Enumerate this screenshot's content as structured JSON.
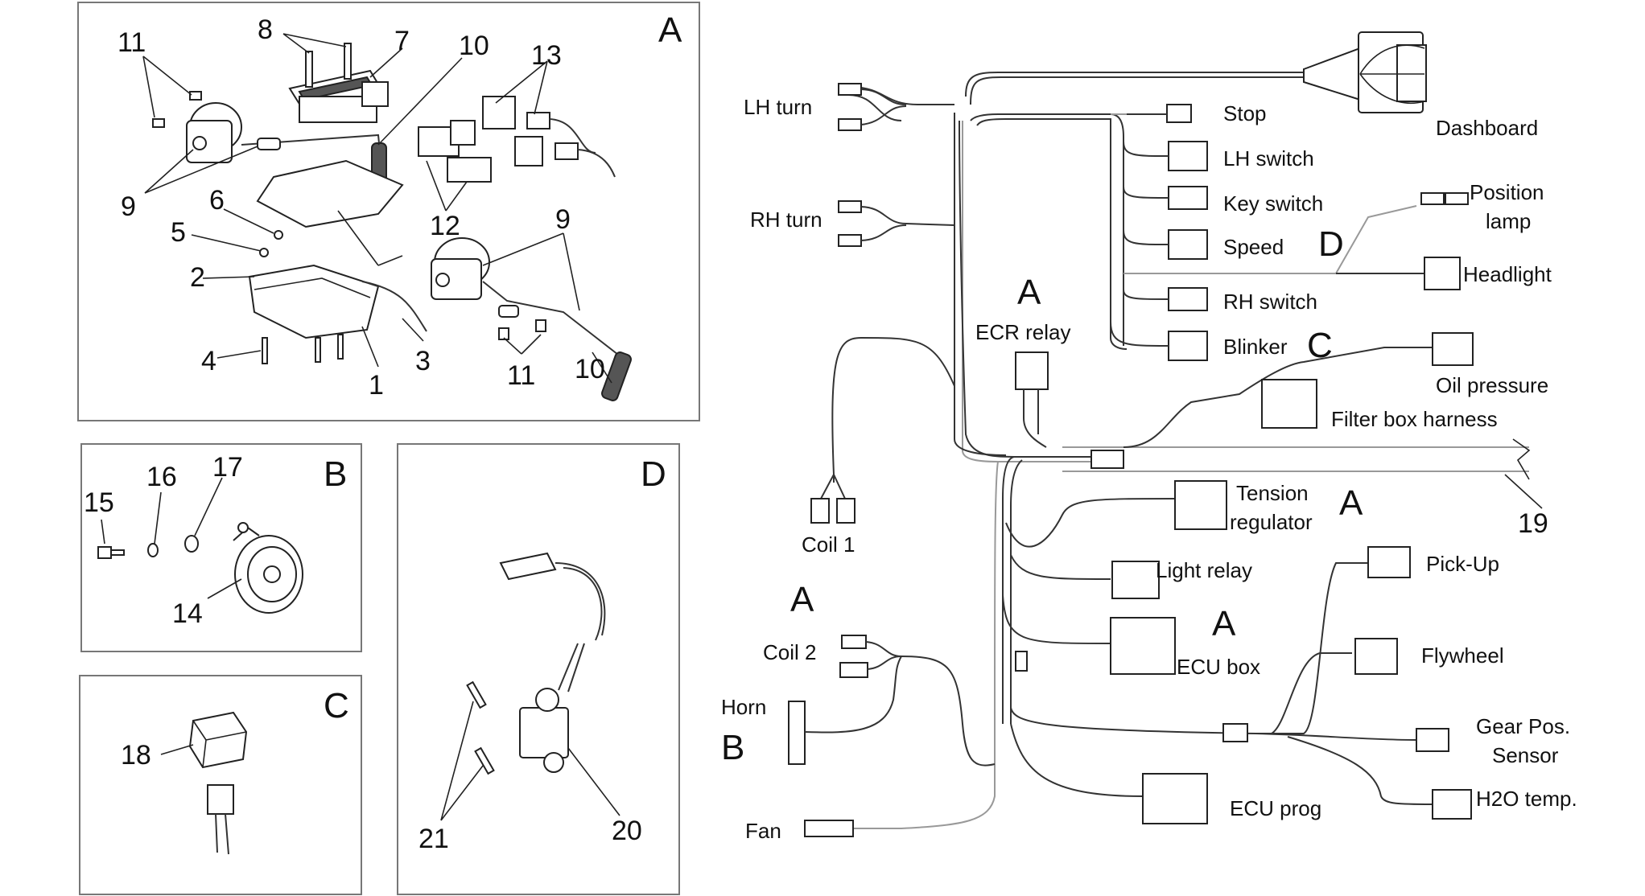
{
  "panels": [
    {
      "letter": "A",
      "numbers": [
        "11",
        "8",
        "7",
        "10",
        "13",
        "9",
        "6",
        "5",
        "2",
        "4",
        "1",
        "3",
        "12",
        "9",
        "11",
        "10"
      ]
    },
    {
      "letter": "B",
      "numbers": [
        "15",
        "16",
        "17",
        "14"
      ]
    },
    {
      "letter": "C",
      "numbers": [
        "18"
      ]
    },
    {
      "letter": "D",
      "numbers": [
        "21",
        "20"
      ]
    }
  ],
  "wiring": {
    "labels": [
      "LH turn",
      "RH turn",
      "Dashboard",
      "Stop",
      "LH switch",
      "Key switch",
      "Speed",
      "RH switch",
      "Blinker",
      "Position",
      "lamp",
      "Headlight",
      "ECR relay",
      "Oil pressure",
      "Filter box harness",
      "Coil 1",
      "Tension",
      "regulator",
      "Light relay",
      "ECU box",
      "Pick-Up",
      "Flywheel",
      "Coil 2",
      "Horn",
      "Gear Pos.",
      "Sensor",
      "ECU prog",
      "H2O temp.",
      "Fan"
    ],
    "callouts": [
      "D",
      "A",
      "C",
      "A",
      "A",
      "A",
      "B"
    ],
    "ref_numbers": [
      "19"
    ]
  }
}
